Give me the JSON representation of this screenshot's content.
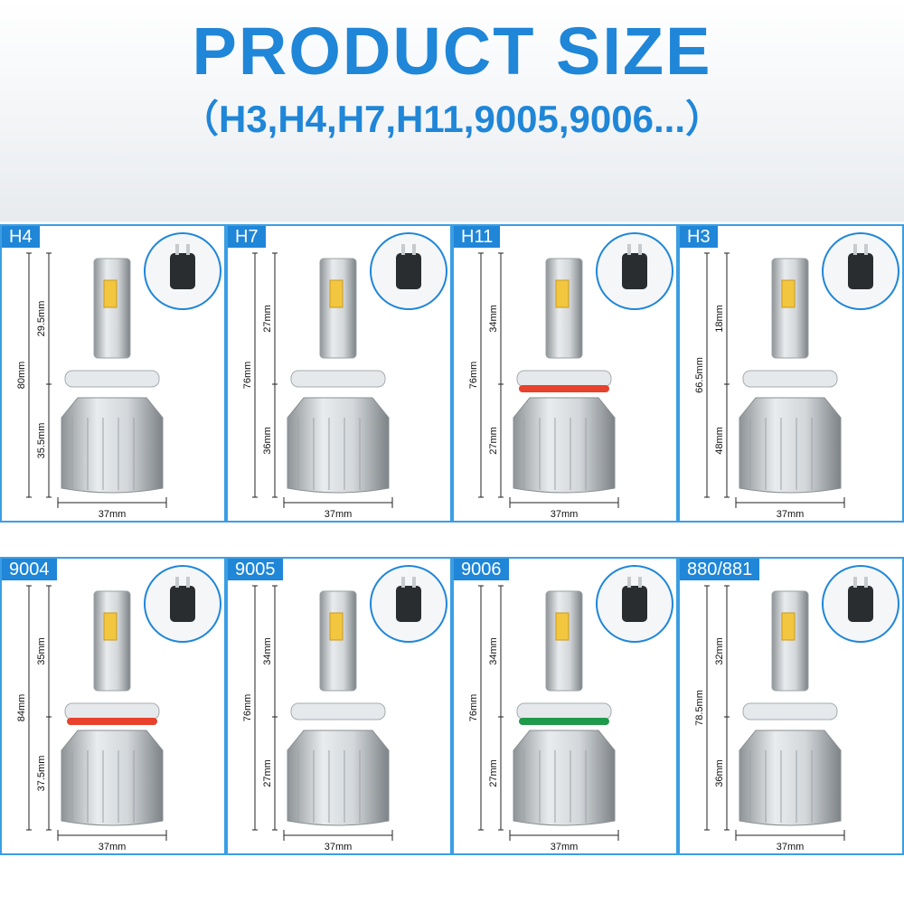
{
  "header": {
    "title": "PRODUCT SIZE",
    "subtitle": "（H3,H4,H7,H11,9005,9006...）"
  },
  "panels": [
    {
      "label": "H4",
      "total": "80mm",
      "top": "29.5mm",
      "bottom": "35.5mm",
      "width": "37mm",
      "ring": "none"
    },
    {
      "label": "H7",
      "total": "76mm",
      "top": "27mm",
      "bottom": "36mm",
      "width": "37mm",
      "ring": "none"
    },
    {
      "label": "H11",
      "total": "76mm",
      "top": "34mm",
      "bottom": "27mm",
      "width": "37mm",
      "ring": "#e8412c"
    },
    {
      "label": "H3",
      "total": "66.5mm",
      "top": "18mm",
      "bottom": "48mm",
      "width": "37mm",
      "ring": "none"
    },
    {
      "label": "9004",
      "total": "84mm",
      "top": "35mm",
      "bottom": "37.5mm",
      "width": "37mm",
      "ring": "#e8412c"
    },
    {
      "label": "9005",
      "total": "76mm",
      "top": "34mm",
      "bottom": "27mm",
      "width": "37mm",
      "ring": "none"
    },
    {
      "label": "9006",
      "total": "76mm",
      "top": "34mm",
      "bottom": "27mm",
      "width": "37mm",
      "ring": "#1f9a4a"
    },
    {
      "label": "880/881",
      "total": "78.5mm",
      "top": "32mm",
      "bottom": "36mm",
      "width": "37mm",
      "ring": "none"
    }
  ],
  "colors": {
    "accent": "#1f86d8",
    "border": "#3a9ee4",
    "chip": "#f3c640"
  }
}
